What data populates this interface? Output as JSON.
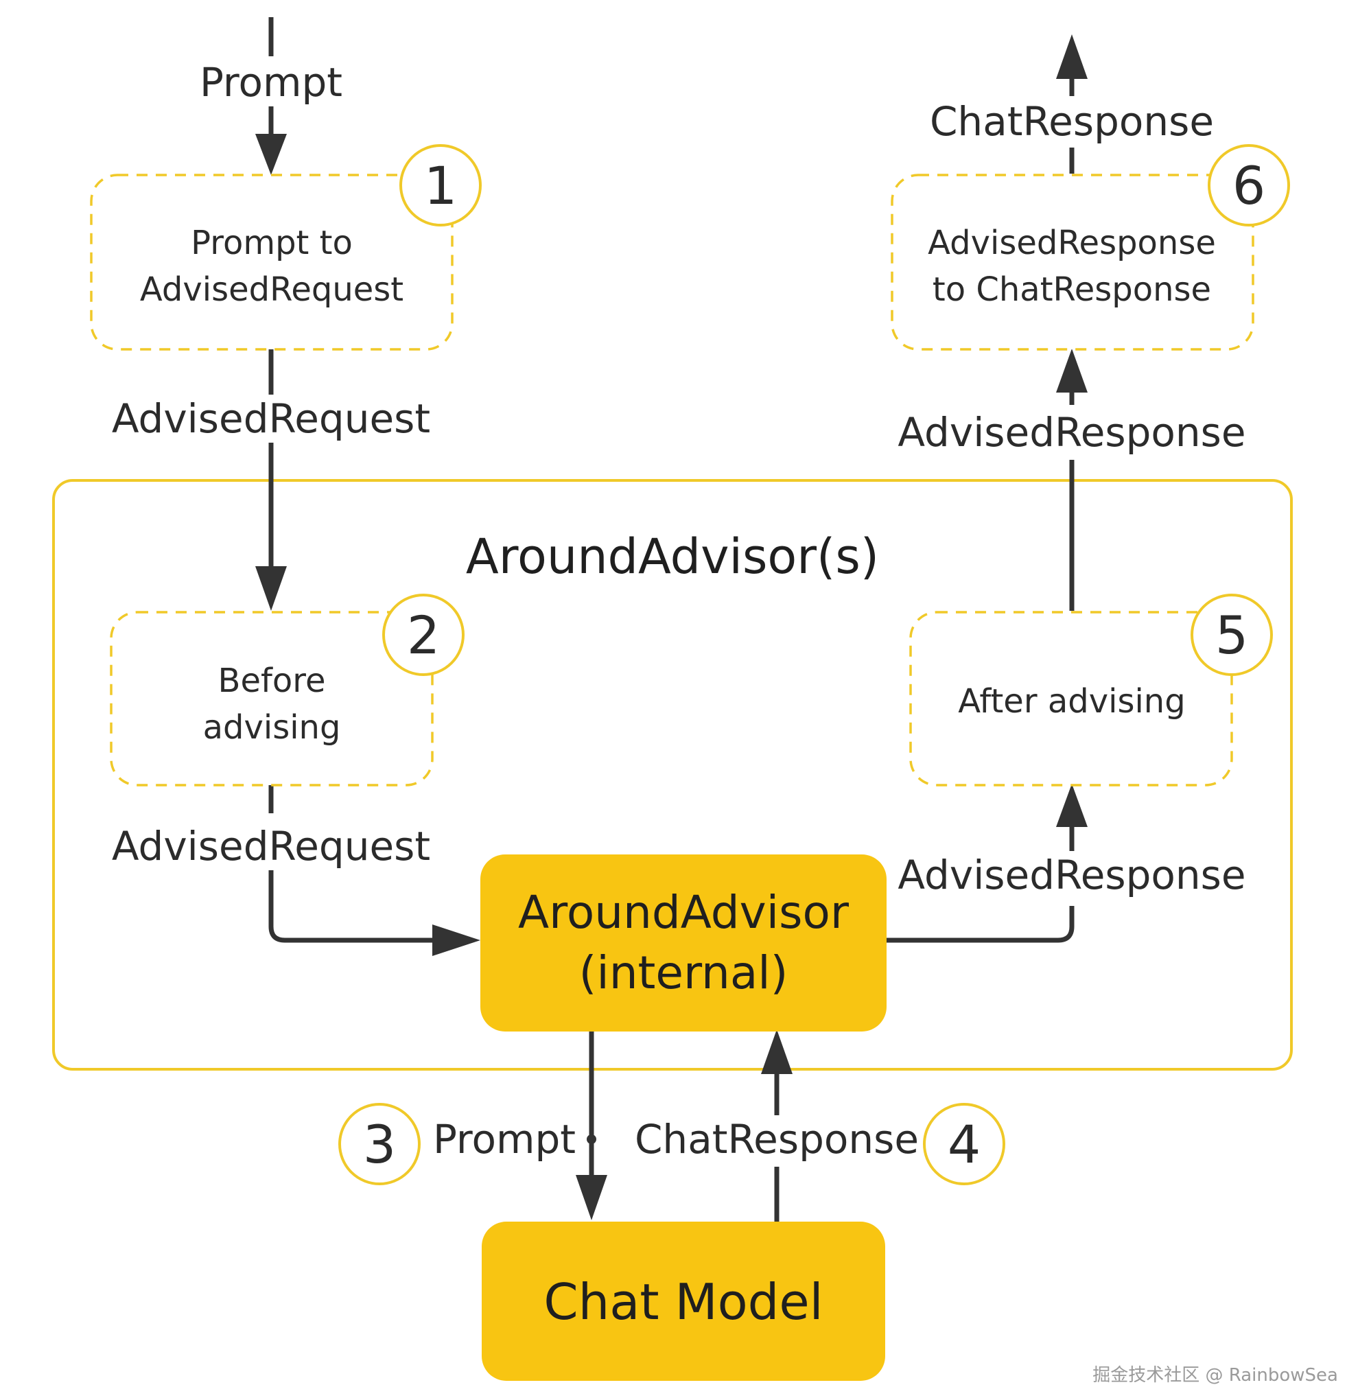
{
  "colors": {
    "accent": "#f8c512",
    "outline": "#f0c929",
    "arrow": "#333333",
    "text": "#2b2b2b"
  },
  "group": {
    "title": "AroundAdvisor(s)"
  },
  "boxes": {
    "step1": {
      "number": "1",
      "line1": "Prompt to",
      "line2": "AdvisedRequest"
    },
    "step2": {
      "number": "2",
      "line1": "Before",
      "line2": "advising"
    },
    "step5": {
      "number": "5",
      "line1": "After advising"
    },
    "step6": {
      "number": "6",
      "line1": "AdvisedResponse",
      "line2": "to ChatResponse"
    },
    "core": {
      "line1": "AroundAdvisor",
      "line2": "(internal)"
    },
    "model": {
      "label": "Chat Model"
    }
  },
  "steps": {
    "three": "3",
    "four": "4"
  },
  "flows": {
    "input_prompt": "Prompt",
    "advised_request_1": "AdvisedRequest",
    "advised_request_2": "AdvisedRequest",
    "model_prompt": "Prompt",
    "model_response": "ChatResponse",
    "advised_response_1": "AdvisedResponse",
    "advised_response_2": "AdvisedResponse",
    "output_response": "ChatResponse"
  },
  "watermark": "掘金技术社区 @ RainbowSea"
}
